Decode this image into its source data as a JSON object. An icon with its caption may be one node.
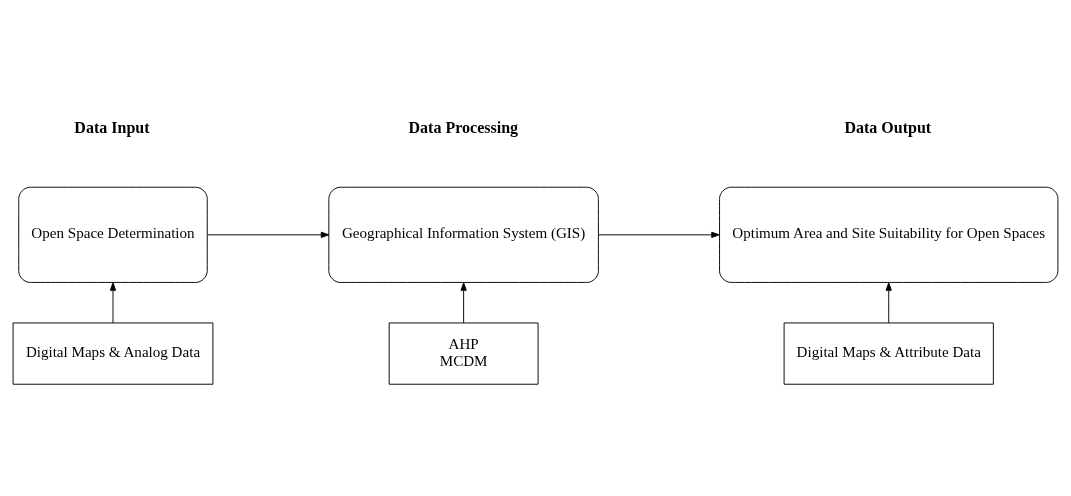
{
  "diagram": {
    "nodes": [
      {
        "text": [
          "Open Space Determination"
        ]
      },
      {
        "text": [
          "Digital Maps & Analog Data"
        ]
      },
      {
        "text": [
          "Geographical Information System (GIS)"
        ]
      },
      {
        "text": [
          "AHP",
          "MCDM"
        ]
      },
      {
        "text": [
          "Optimum Area and Site Suitability for Open Spaces"
        ]
      },
      {
        "text": [
          "Digital Maps & Attribute Data"
        ]
      }
    ],
    "edges": [
      {
        "from": 1,
        "to": 0,
        "arrow": "to"
      },
      {
        "from": 0,
        "to": 2,
        "arrow": "to"
      },
      {
        "from": 3,
        "to": 2,
        "arrow": "to"
      },
      {
        "from": 2,
        "to": 4,
        "arrow": "to"
      },
      {
        "from": 5,
        "to": 4,
        "arrow": "to"
      }
    ],
    "labels": [
      "Data Input",
      "Data Processing",
      "Data Output"
    ]
  }
}
